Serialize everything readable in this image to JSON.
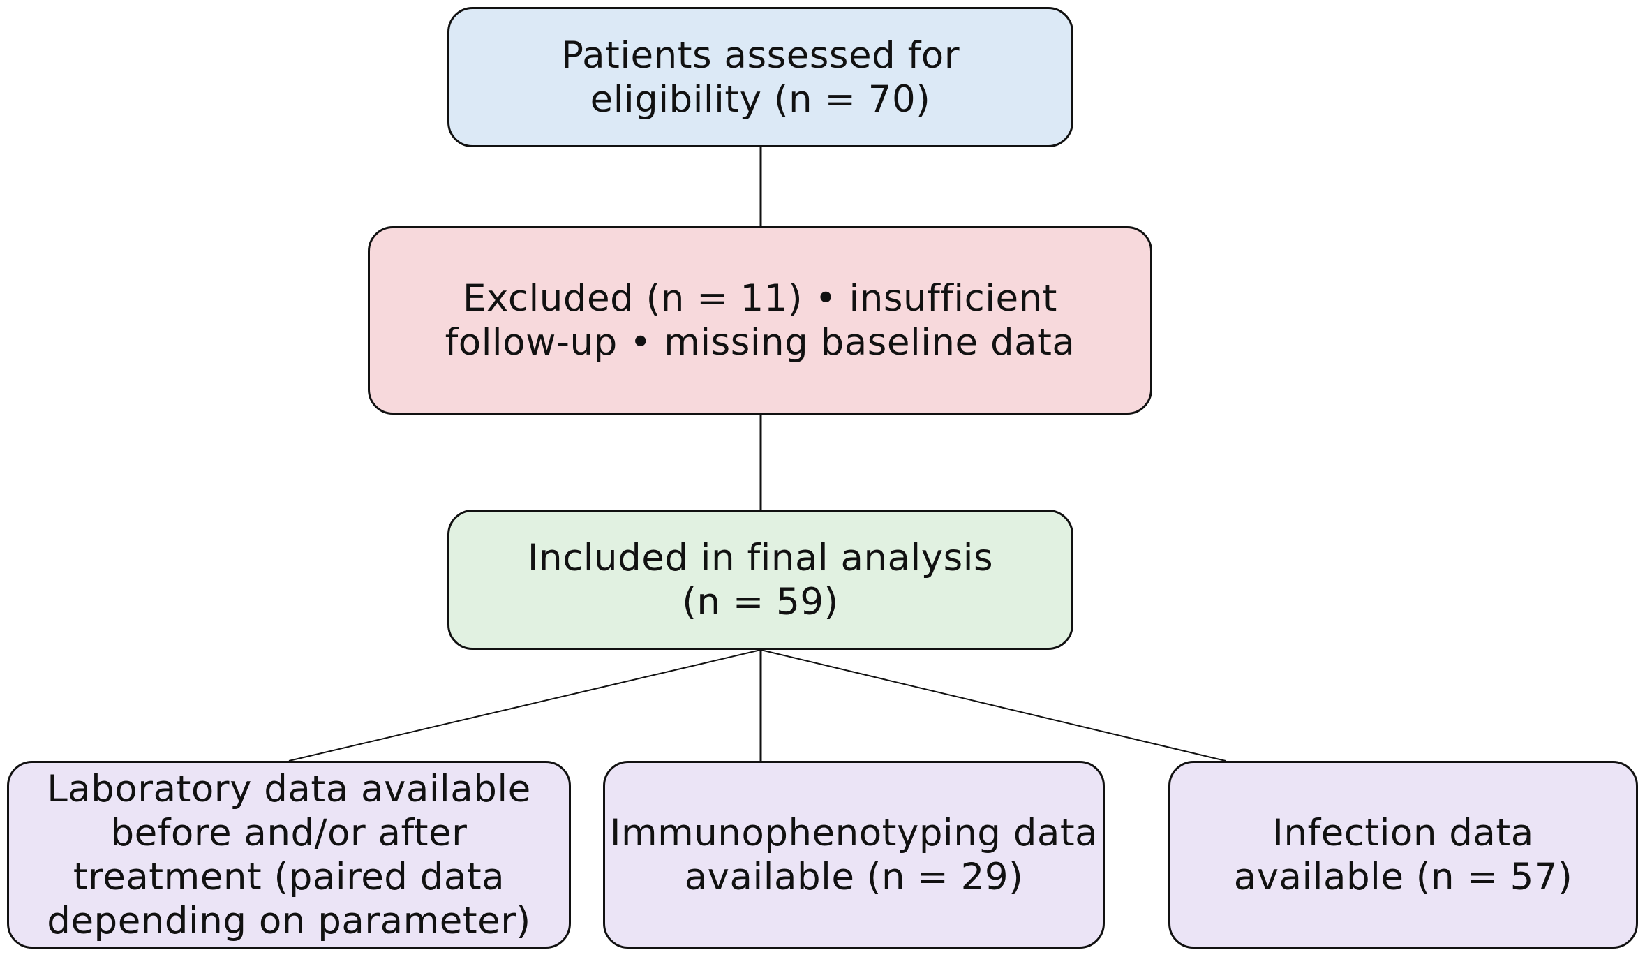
{
  "colors": {
    "eligible_fill": "#dce9f6",
    "excluded_fill": "#f7d9dc",
    "included_fill": "#e1f1e1",
    "outcome_fill": "#ebe4f6",
    "stroke": "#111111"
  },
  "boxes": {
    "eligible": "Patients assessed for\neligibility (n = 70)",
    "excluded": "Excluded (n = 11) • insufficient\nfollow-up • missing baseline data",
    "included": "Included in final analysis\n(n = 59)",
    "laboratory": "Laboratory data available\nbefore and/or after\ntreatment (paired data\ndepending on parameter)",
    "immunophenotyping": "Immunophenotyping data\navailable (n = 29)",
    "infection": "Infection data\navailable (n = 57)"
  }
}
